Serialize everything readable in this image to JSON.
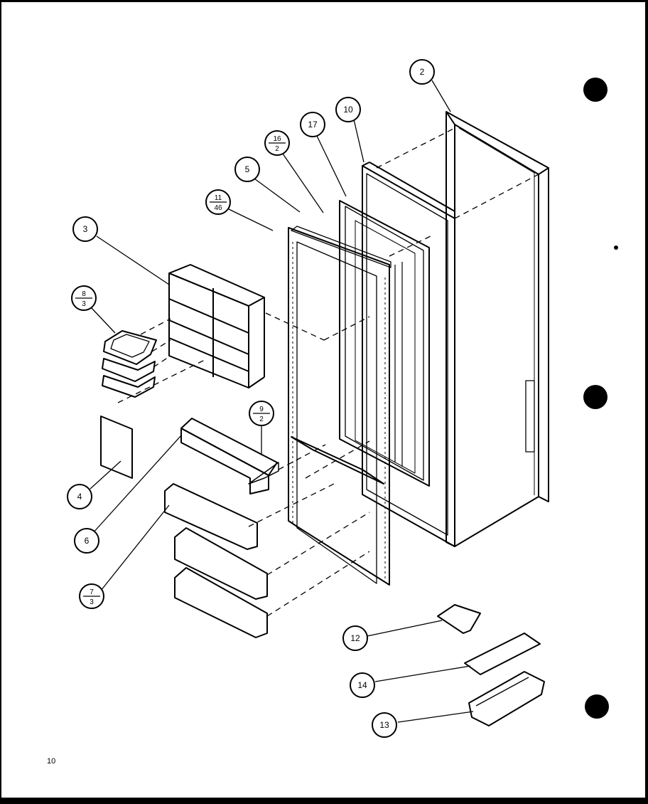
{
  "page_number": "10",
  "callouts": {
    "c2": "2",
    "c3": "3",
    "c4": "4",
    "c5": "5",
    "c6": "6",
    "c10": "10",
    "c12": "12",
    "c13": "13",
    "c14": "14",
    "c17": "17",
    "c7_3": {
      "top": "7",
      "bottom": "3"
    },
    "c8_3": {
      "top": "8",
      "bottom": "3"
    },
    "c9_2": {
      "top": "9",
      "bottom": "2"
    },
    "c11_46": {
      "top": "11",
      "bottom": "46"
    },
    "c16_2": {
      "top": "16",
      "bottom": "2"
    }
  }
}
